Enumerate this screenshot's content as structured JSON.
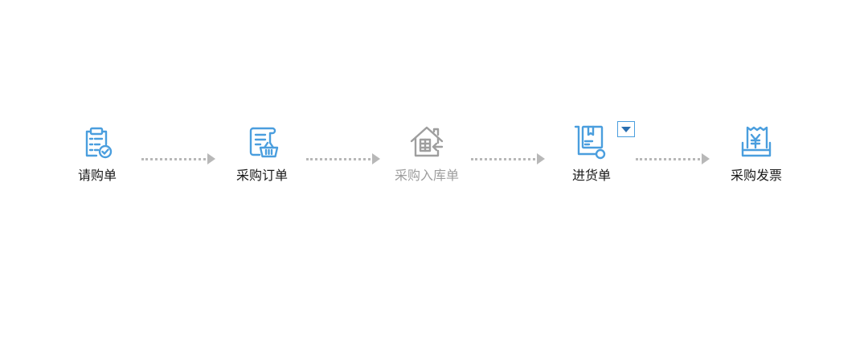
{
  "colors": {
    "icon_active": "#4a9ede",
    "icon_disabled": "#9e9e9e",
    "label": "#1a1a1a",
    "label_disabled": "#9e9e9e",
    "connector": "#b8b8b8"
  },
  "steps": [
    {
      "label": "请购单",
      "icon": "clipboard-check-icon",
      "enabled": true
    },
    {
      "label": "采购订单",
      "icon": "order-basket-icon",
      "enabled": true
    },
    {
      "label": "采购入库单",
      "icon": "warehouse-inbound-icon",
      "enabled": false
    },
    {
      "label": "进货单",
      "icon": "package-cart-icon",
      "enabled": true
    },
    {
      "label": "采购发票",
      "icon": "invoice-yuan-icon",
      "enabled": true
    }
  ],
  "dropdown": {
    "icon": "caret-down-icon"
  }
}
